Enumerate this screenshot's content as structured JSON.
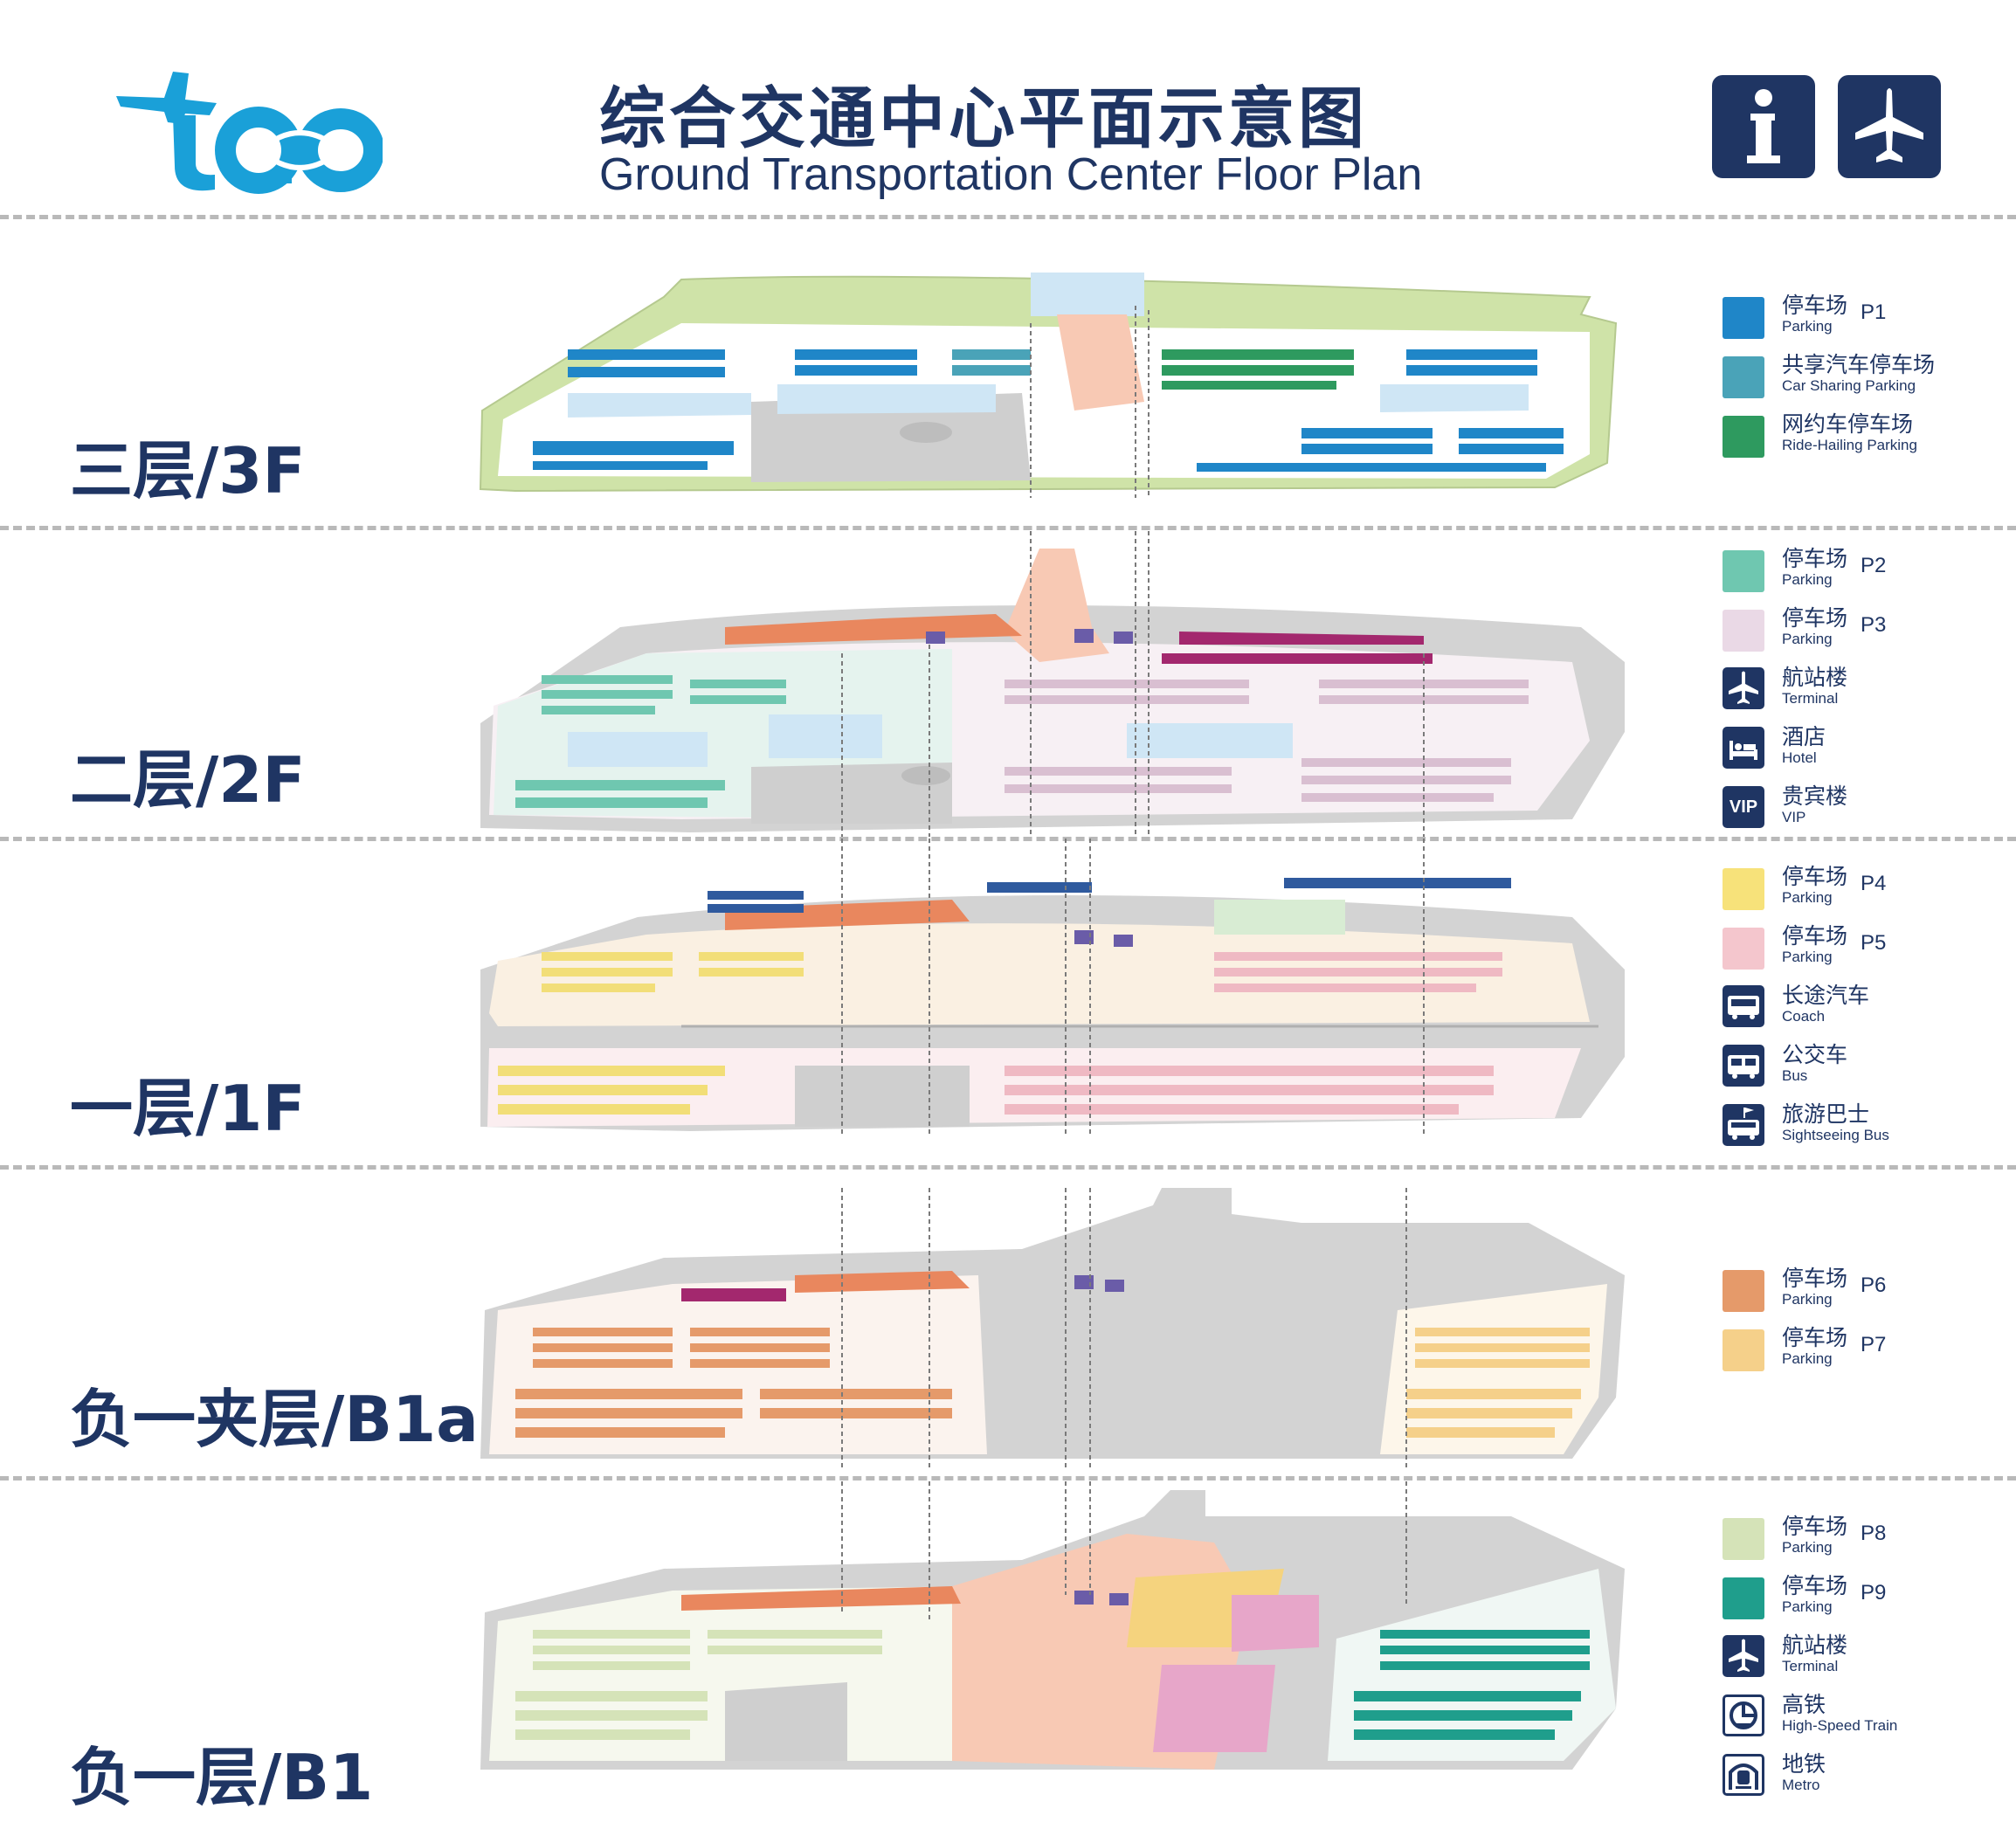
{
  "header": {
    "logo_text": "tao",
    "title_cn": "综合交通中心平面示意图",
    "title_en": "Ground Transportation Center Floor Plan",
    "icons": [
      "info-icon",
      "airplane-icon"
    ]
  },
  "floors": [
    {
      "label": "三层/3F"
    },
    {
      "label": "二层/2F"
    },
    {
      "label": "一层/1F"
    },
    {
      "label": "负一夹层/B1a"
    },
    {
      "label": "负一层/B1"
    }
  ],
  "legends": {
    "f3": [
      {
        "cn": "停车场",
        "en": "Parking",
        "code": "P1",
        "color": "#1f86c8"
      },
      {
        "cn": "共享汽车停车场",
        "en": "Car Sharing Parking",
        "code": "",
        "color": "#4aa3b8"
      },
      {
        "cn": "网约车停车场",
        "en": "Ride-Hailing Parking",
        "code": "",
        "color": "#2e9a5f"
      }
    ],
    "f2": [
      {
        "cn": "停车场",
        "en": "Parking",
        "code": "P2",
        "color": "#6fc7b0"
      },
      {
        "cn": "停车场",
        "en": "Parking",
        "code": "P3",
        "color": "#ead9e6"
      },
      {
        "cn": "航站楼",
        "en": "Terminal",
        "icon": "airplane-icon"
      },
      {
        "cn": "酒店",
        "en": "Hotel",
        "icon": "hotel-icon"
      },
      {
        "cn": "贵宾楼",
        "en": "VIP",
        "icon": "vip-icon",
        "icon_text": "VIP"
      }
    ],
    "f1": [
      {
        "cn": "停车场",
        "en": "Parking",
        "code": "P4",
        "color": "#f7e27a"
      },
      {
        "cn": "停车场",
        "en": "Parking",
        "code": "P5",
        "color": "#f4c6cd"
      },
      {
        "cn": "长途汽车",
        "en": "Coach",
        "icon": "coach-icon"
      },
      {
        "cn": "公交车",
        "en": "Bus",
        "icon": "bus-icon"
      },
      {
        "cn": "旅游巴士",
        "en": "Sightseeing Bus",
        "icon": "sightseeing-bus-icon"
      }
    ],
    "b1a": [
      {
        "cn": "停车场",
        "en": "Parking",
        "code": "P6",
        "color": "#e59a6a"
      },
      {
        "cn": "停车场",
        "en": "Parking",
        "code": "P7",
        "color": "#f5d08a"
      }
    ],
    "b1": [
      {
        "cn": "停车场",
        "en": "Parking",
        "code": "P8",
        "color": "#d5e3b8"
      },
      {
        "cn": "停车场",
        "en": "Parking",
        "code": "P9",
        "color": "#1f9e8c"
      },
      {
        "cn": "航站楼",
        "en": "Terminal",
        "icon": "airplane-icon"
      },
      {
        "cn": "高铁",
        "en": "High-Speed Train",
        "icon": "high-speed-train-icon"
      },
      {
        "cn": "地铁",
        "en": "Metro",
        "icon": "metro-icon"
      }
    ]
  },
  "colors": {
    "navy": "#1f3563",
    "logo_blue": "#1aa0d8",
    "slab": "#d3d3d3",
    "slab_edge": "#bcbcbc",
    "green_roof": "#cfe3a8",
    "light_blue": "#cfe6f5",
    "salmon": "#f8c9b4",
    "orange": "#e9875e",
    "magenta": "#a3286e",
    "purple": "#6a5ca8",
    "yellow_block": "#f5d37e",
    "pink_block": "#e7a6c9"
  }
}
